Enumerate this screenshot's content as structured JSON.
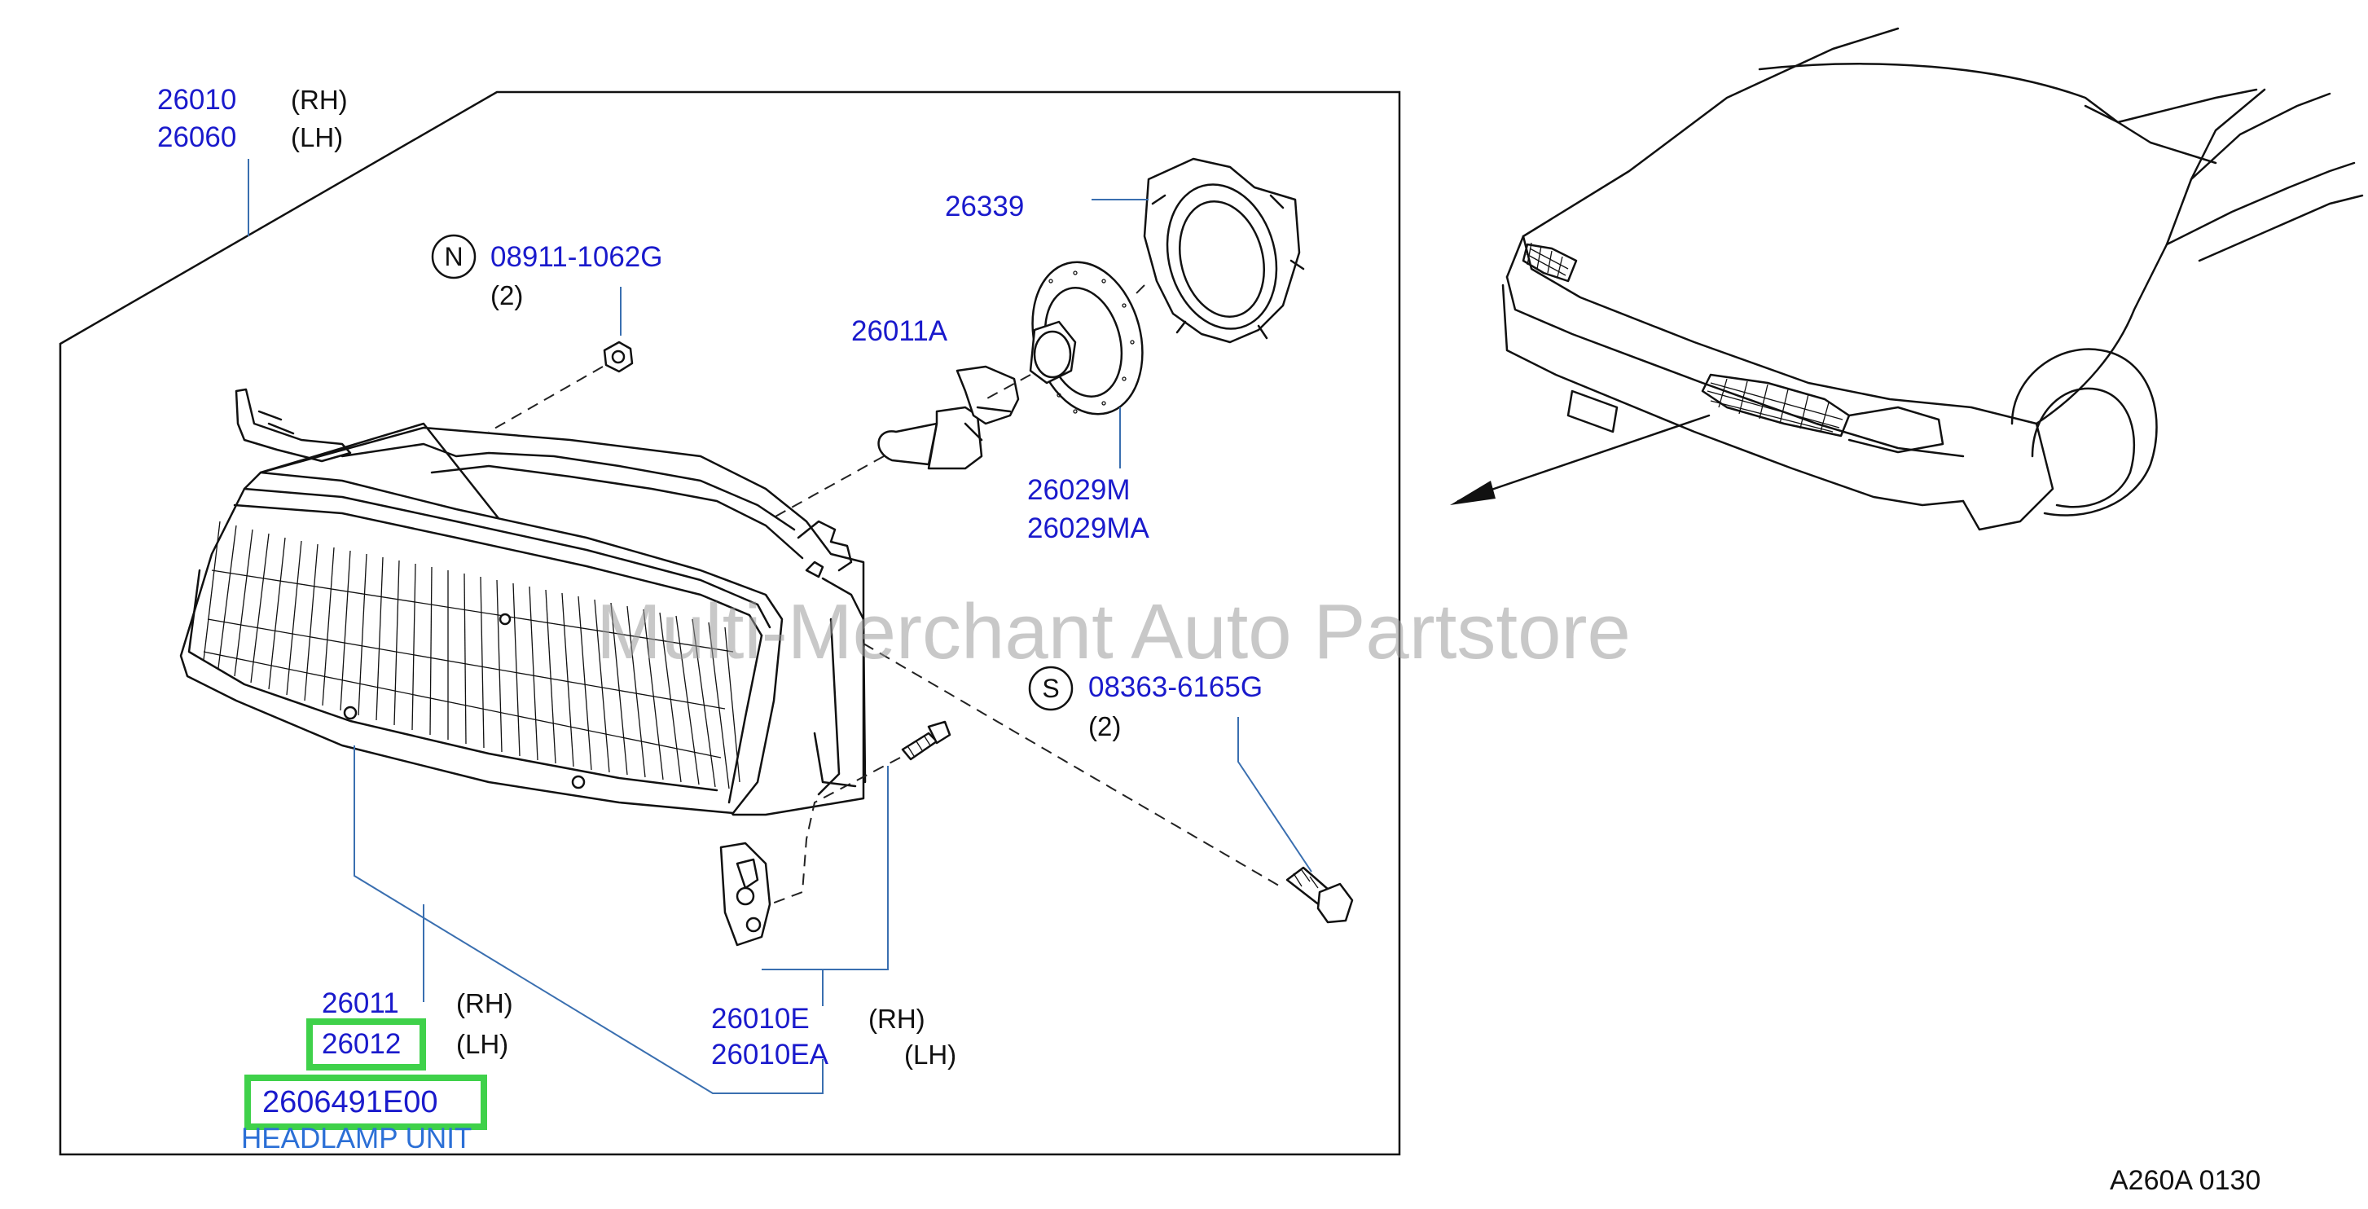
{
  "watermark": "Multi-Merchant Auto Partstore",
  "diagram_code": "A260A   0130",
  "callouts": {
    "assembly_rh": {
      "part": "26010",
      "side": "(RH)"
    },
    "assembly_lh": {
      "part": "26060",
      "side": "(LH)"
    },
    "nut": {
      "symbol": "N",
      "part": "08911-1062G",
      "qty": "(2)"
    },
    "screw": {
      "symbol": "S",
      "part": "08363-6165G",
      "qty": "(2)"
    },
    "bulb": {
      "part": "26011A"
    },
    "cap": {
      "part": "26339"
    },
    "socket_1": {
      "part": "26029M"
    },
    "socket_2": {
      "part": "26029MA"
    },
    "bracket_rh": {
      "part": "26010E",
      "side": "(RH)"
    },
    "bracket_lh": {
      "part": "26010EA",
      "side": "(LH)"
    },
    "lamp_rh": {
      "part": "26011",
      "side": "(RH)"
    },
    "lamp_lh": {
      "part": "26012",
      "side": "(LH)"
    },
    "headlamp_unit": {
      "part": "2606491E00",
      "description": "HEADLAMP UNIT"
    }
  },
  "highlighted_parts": [
    "26012",
    "2606491E00"
  ],
  "colors": {
    "part_number": "#1a1acc",
    "description": "#2b6fd6",
    "highlight": "#3fd14a",
    "watermark": "#9a9a9a"
  }
}
